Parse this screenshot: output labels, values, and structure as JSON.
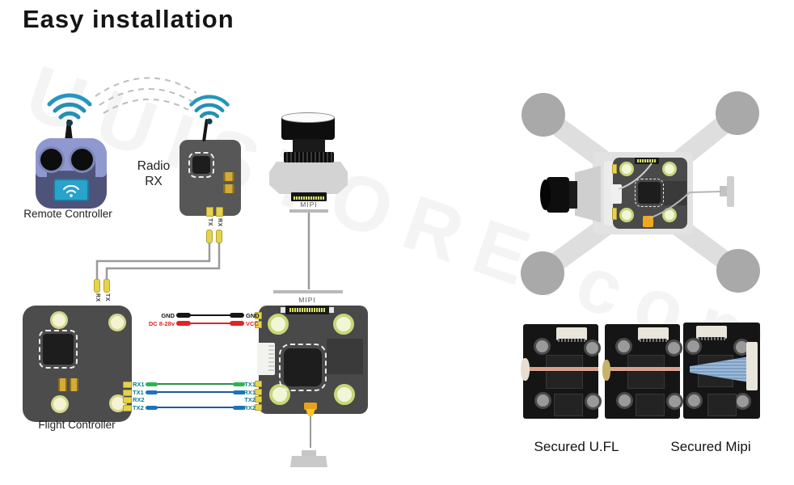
{
  "title": "Easy installation",
  "watermark": "UUISTORE.com",
  "tx_section": {
    "remote_label": "Remote Controller",
    "radio_label_line1": "Radio",
    "radio_label_line2": "RX",
    "radio_pad_left": "TX",
    "radio_pad_right": "RX",
    "fc_pad_left": "RX",
    "fc_pad_right": "TX",
    "fc_label": "Flight Controller"
  },
  "camera": {
    "mipi_top": "MIPI",
    "mipi_bottom": "MIPI"
  },
  "power": {
    "rows": [
      {
        "left": "GND",
        "right": "GND",
        "color": "#161616"
      },
      {
        "left": "DC 8-28v",
        "right": "VCC",
        "color": "#e02424"
      }
    ]
  },
  "uart": {
    "rows": [
      {
        "left": "RX1",
        "right": "TX1",
        "wire": "green"
      },
      {
        "left": "TX1",
        "right": "RX1",
        "wire": "blue"
      },
      {
        "left": "RX2",
        "right": "TX2",
        "wire": "none"
      },
      {
        "left": "TX2",
        "right": "RX2",
        "wire": "blue"
      }
    ]
  },
  "captions": {
    "ufl": "Secured U.FL",
    "mipi": "Secured Mipi"
  },
  "colors": {
    "wire_green": "#2eb350",
    "wire_blue": "#1f72b8",
    "wire_red": "#e02424",
    "wire_black": "#161616",
    "label_teal": "#0e7d8a",
    "wifi_teal": "#2391b4",
    "pcb_gray": "#4c4c4c",
    "pad_yellow": "#e6d34c"
  }
}
